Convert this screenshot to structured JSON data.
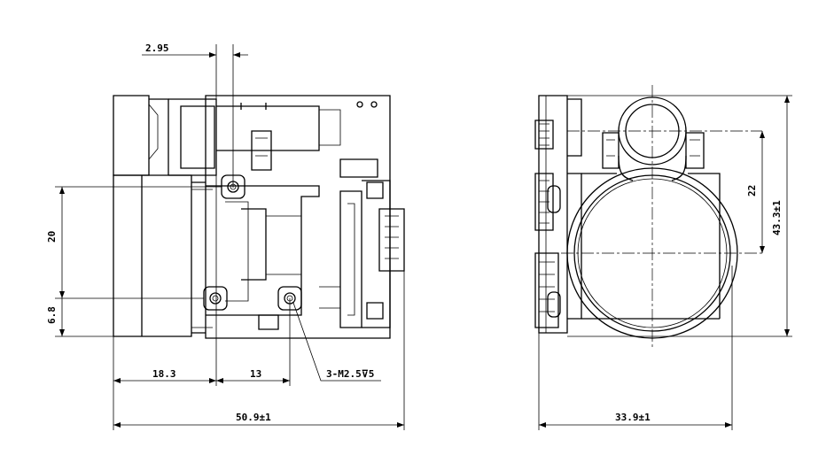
{
  "side_view": {
    "dim_top": "2.95",
    "dim_left_vertical": "20",
    "dim_left_small": "6.8",
    "dim_bottom_1": "18.3",
    "dim_bottom_2": "13",
    "dim_overall_width": "50.9±1",
    "hole_callout": "3-M2.5⊽5"
  },
  "front_view": {
    "dim_height_inner": "22",
    "dim_height_overall": "43.3±1",
    "dim_width": "33.9±1"
  }
}
